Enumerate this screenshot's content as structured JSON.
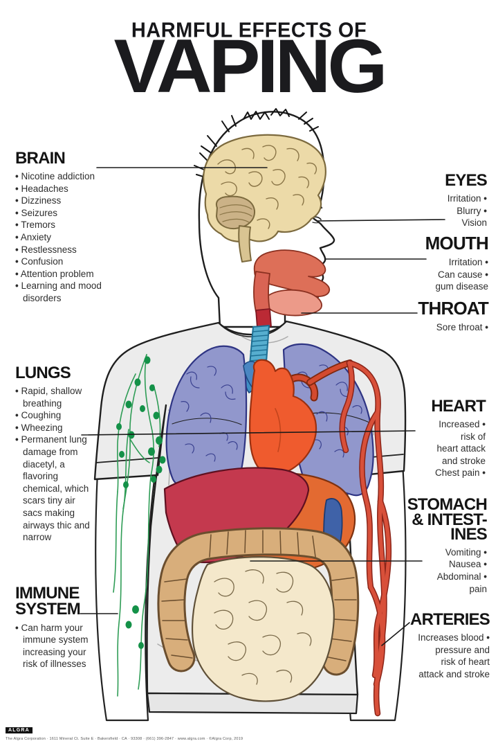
{
  "meta": {
    "bullet_char": "•",
    "colors": {
      "title": "#1b1b1e",
      "brain_organ": "#ECDAA8",
      "cerebellum": "#CBB287",
      "lungs": "#9197CC",
      "heart": "#EF5B2E",
      "liver": "#C4394E",
      "stomach_organ": "#E36A31",
      "large_intestine": "#D8AE7B",
      "small_intestine": "#F4E8CB",
      "lymph_green": "#2E9C55",
      "artery_red": "#D8503A",
      "trachea_blue": "#57AECF",
      "shirt_grey": "#ECECEC"
    }
  },
  "title": {
    "kicker": "HARMFUL EFFECTS OF",
    "main": "VAPING"
  },
  "sections": {
    "brain": {
      "heading": "BRAIN",
      "items": [
        {
          "t": "Nicotine addiction",
          "b": true
        },
        {
          "t": "Headaches",
          "b": true
        },
        {
          "t": "Dizziness",
          "b": true
        },
        {
          "t": "Seizures",
          "b": true
        },
        {
          "t": "Tremors",
          "b": true
        },
        {
          "t": "Anxiety",
          "b": true
        },
        {
          "t": "Restlessness",
          "b": true
        },
        {
          "t": "Confusion",
          "b": true
        },
        {
          "t": "Attention problem",
          "b": true
        },
        {
          "t": "Learning and mood disorders",
          "b": true
        }
      ]
    },
    "lungs": {
      "heading": "LUNGS",
      "items": [
        {
          "t": "Rapid, shallow breathing",
          "b": true
        },
        {
          "t": "Coughing",
          "b": true
        },
        {
          "t": "Wheezing",
          "b": true
        },
        {
          "t": "Permanent lung damage from diacetyl, a flavoring chemical, which scars tiny air sacs making airways thic and narrow",
          "b": true
        }
      ]
    },
    "immune": {
      "heading": "IMMUNE\nSYSTEM",
      "items": [
        {
          "t": "Can harm your immune system increasing your risk of illnesses",
          "b": true
        }
      ]
    },
    "eyes": {
      "heading": "EYES",
      "items": [
        {
          "t": "Irritation",
          "b": true
        },
        {
          "t": "Blurry",
          "b": true
        },
        {
          "t": "Vision",
          "b": false
        }
      ]
    },
    "mouth": {
      "heading": "MOUTH",
      "items": [
        {
          "t": "Irritation",
          "b": true
        },
        {
          "t": "Can cause",
          "b": true
        },
        {
          "t": "gum disease",
          "b": false
        }
      ]
    },
    "throat": {
      "heading": "THROAT",
      "items": [
        {
          "t": "Sore throat",
          "b": true
        }
      ]
    },
    "heart": {
      "heading": "HEART",
      "items": [
        {
          "t": "Increased",
          "b": true
        },
        {
          "t": "risk of",
          "b": false
        },
        {
          "t": "heart attack",
          "b": false
        },
        {
          "t": "and stroke",
          "b": false
        },
        {
          "t": "Chest pain",
          "b": true
        }
      ]
    },
    "stomach": {
      "heading": "STOMACH\n& INTEST-\nINES",
      "items": [
        {
          "t": "Vomiting",
          "b": true
        },
        {
          "t": "Nausea",
          "b": true
        },
        {
          "t": "Abdominal",
          "b": true
        },
        {
          "t": "pain",
          "b": false
        }
      ]
    },
    "arteries": {
      "heading": "ARTERIES",
      "items": [
        {
          "t": "Increases blood",
          "b": true
        },
        {
          "t": "pressure and",
          "b": false
        },
        {
          "t": "risk of heart",
          "b": false
        },
        {
          "t": "attack and stroke",
          "b": false
        }
      ]
    }
  },
  "footer": {
    "logo": "ALGRA",
    "line": "The Algra Corporation  ·  1611 Mineral Ct. Suite E  ·  Bakersfield  ·  CA  ·  93308  ·  (661) 396-2847  ·  www.algra.com  ·  ©Algra Corp, 2019"
  }
}
